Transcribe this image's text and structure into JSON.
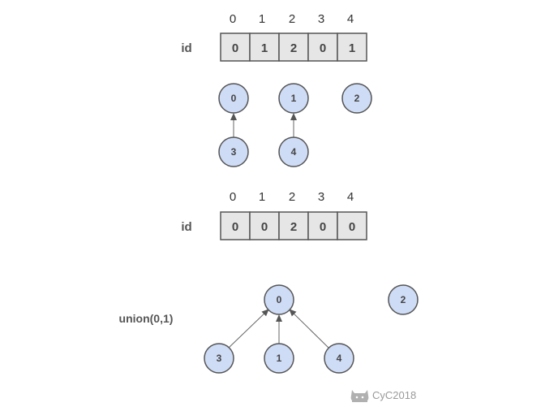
{
  "panel_before": {
    "array_label": "id",
    "indices": [
      "0",
      "1",
      "2",
      "3",
      "4"
    ],
    "values": [
      "0",
      "1",
      "2",
      "0",
      "1"
    ],
    "nodes": [
      "0",
      "1",
      "2",
      "3",
      "4"
    ]
  },
  "panel_after": {
    "array_label": "id",
    "indices": [
      "0",
      "1",
      "2",
      "3",
      "4"
    ],
    "values": [
      "0",
      "0",
      "2",
      "0",
      "0"
    ],
    "nodes": [
      "0",
      "2",
      "3",
      "1",
      "4"
    ]
  },
  "operation_label": "union(0,1)",
  "watermark": {
    "text": "CyC2018",
    "icon": "github-cat-icon"
  },
  "colors": {
    "node_fill": "#cfdcf6",
    "cell_fill": "#e6e6e6",
    "stroke": "#555555",
    "text": "#444444",
    "watermark": "#9a9a9a"
  }
}
